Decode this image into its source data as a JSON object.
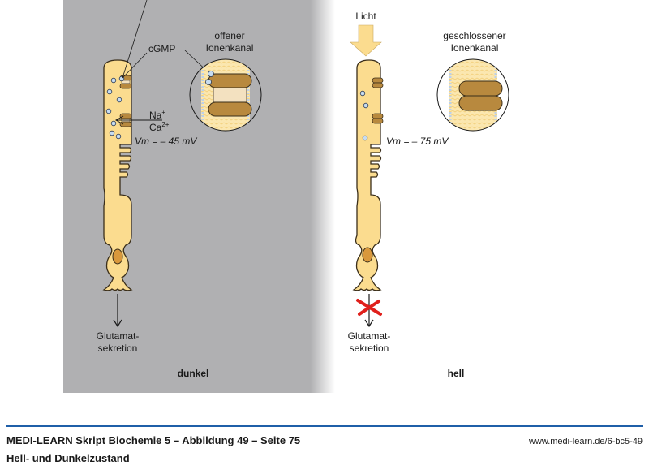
{
  "dark_state": {
    "label": "dunkel",
    "cgmp_label": "cGMP",
    "channel_label_line1": "offener",
    "channel_label_line2": "Ionenkanal",
    "ion1": "Na",
    "ion1_charge": "+",
    "ion2": "Ca",
    "ion2_charge": "2+",
    "membrane_potential": "Vm = – 45 mV",
    "output_line1": "Glutamat-",
    "output_line2": "sekretion",
    "secretion_blocked": false
  },
  "light_state": {
    "label": "hell",
    "light_label": "Licht",
    "channel_label_line1": "geschlossener",
    "channel_label_line2": "Ionenkanal",
    "membrane_potential": "Vm = – 75 mV",
    "output_line1": "Glutamat-",
    "output_line2": "sekretion",
    "secretion_blocked": true
  },
  "footer": {
    "title": "MEDI-LEARN Skript Biochemie 5 – Abbildung 49 – Seite 75",
    "subtitle": "Hell- und Dunkelzustand",
    "url": "www.medi-learn.de/6-bc5-49"
  },
  "colors": {
    "panel_dark_bg": "#b0b0b2",
    "cell_fill": "#fbdc8f",
    "channel_fill": "#b8893e",
    "cgmp_fill": "#c7dcf0",
    "nucleus_fill": "#d9983c",
    "block_cross": "#e0201c",
    "rule": "#1f5fa8"
  }
}
